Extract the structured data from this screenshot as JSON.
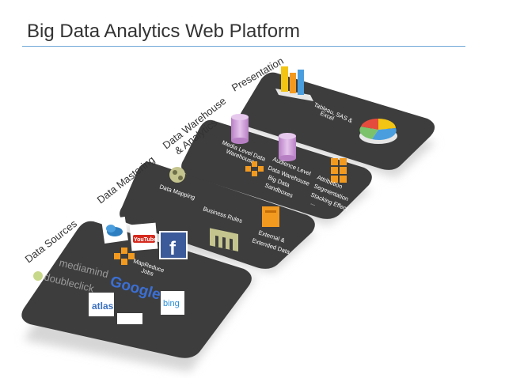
{
  "header": {
    "title": "Big Data Analytics Web Platform"
  },
  "tiers": {
    "sources": "Data Sources",
    "mastering": "Data Mastering",
    "warehouse_line1": "Data Warehouse",
    "warehouse_line2": "& Analytics",
    "presentation": "Presentation"
  },
  "sources": {
    "mapreduce_line1": "MapReduce",
    "mapreduce_line2": "Jobs",
    "logos": {
      "youtube": "YouTube",
      "facebook": "f",
      "mediamind": "mediamind",
      "doubleclick": "doubleclick",
      "google": "Google",
      "bing": "bing",
      "atlas": "atlas"
    }
  },
  "mastering": {
    "data_mapping": "Data Mapping",
    "business_rules": "Business Rules",
    "external_line1": "External &",
    "external_line2": "Extended Data"
  },
  "warehouse": {
    "media_line1": "Media Level Data",
    "media_line2": "Warehouse",
    "audience_line1": "Audience Level",
    "audience_line2": "Data Warehouse",
    "sandbox_line1": "Big Data",
    "sandbox_line2": "Sandboxes",
    "attr_line1": "Attribution",
    "attr_line2": "Segmentation",
    "attr_line3": "Stacking Effect",
    "attr_line4": "..."
  },
  "presentation": {
    "tools_line1": "Tableau, SAS &",
    "tools_line2": "Excel"
  },
  "colors": {
    "platform": "#3d3d3d",
    "shadow": "#cfcfcf",
    "rule": "#6fa8d6",
    "accent_orange": "#f29a1f",
    "cylinder": "#cf9fd8"
  }
}
